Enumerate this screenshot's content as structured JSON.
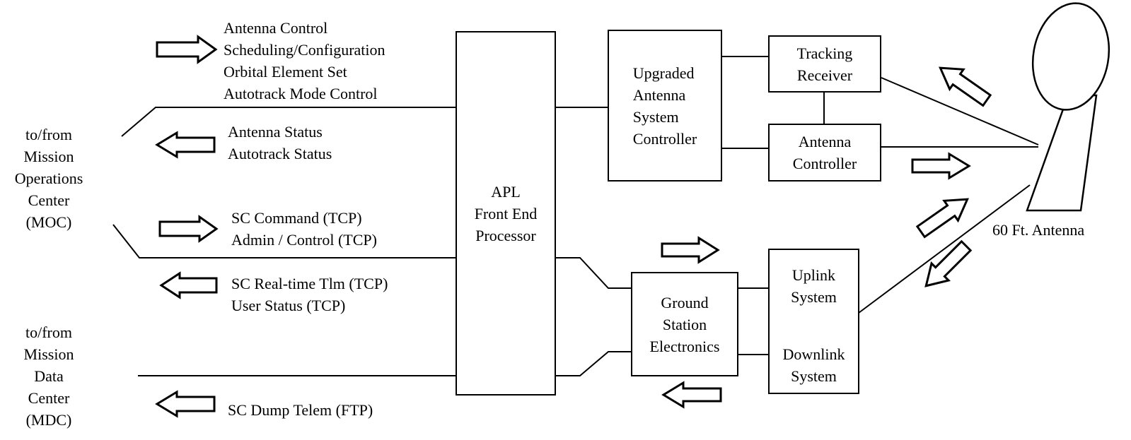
{
  "moc_link": {
    "to_label": [
      "Antenna Control",
      "Scheduling/Configuration",
      "Orbital Element Set",
      "Autotrack Mode Control"
    ],
    "from_label": [
      "Antenna Status",
      "Autotrack Status"
    ],
    "endpoint": [
      "to/from",
      "Mission",
      "Operations",
      "Center",
      "(MOC)"
    ]
  },
  "tcp_link": {
    "to_label": [
      "SC Command (TCP)",
      "Admin / Control (TCP)"
    ],
    "from_label": [
      "SC Real-time Tlm (TCP)",
      "User Status (TCP)"
    ]
  },
  "mdc_link": {
    "endpoint": [
      "to/from",
      "Mission",
      "Data",
      "Center",
      "(MDC)"
    ],
    "from_label": [
      "SC Dump Telem (FTP)"
    ]
  },
  "blocks": {
    "fep": [
      "APL",
      "Front End",
      "Processor"
    ],
    "asc": [
      "Upgraded",
      "Antenna",
      "System",
      "Controller"
    ],
    "tracking": [
      "Tracking",
      "Receiver"
    ],
    "antenna_ctrl": [
      "Antenna",
      "Controller"
    ],
    "gse": [
      "Ground",
      "Station",
      "Electronics"
    ],
    "uplink": [
      "Uplink",
      "System"
    ],
    "downlink": [
      "Downlink",
      "System"
    ]
  },
  "antenna_label": "60 Ft. Antenna",
  "colors": {
    "stroke": "#000000",
    "fill": "#ffffff"
  }
}
